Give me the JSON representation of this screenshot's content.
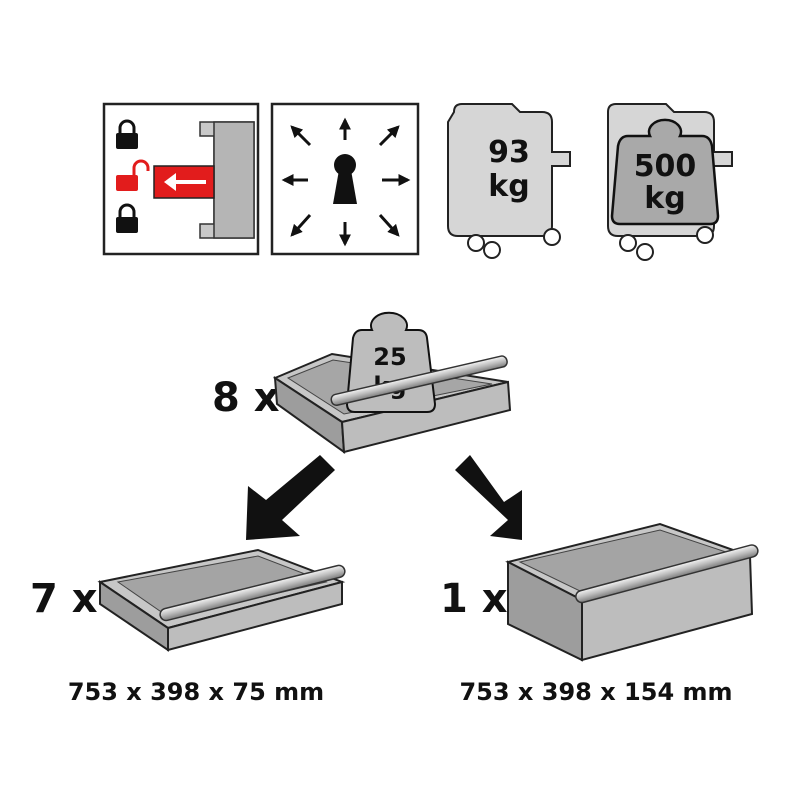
{
  "icons": {
    "lock_panel": {
      "locked_icon": "lock-closed-icon",
      "unlocked_icon": "lock-open-icon",
      "arrow_icon": "arrow-left-icon",
      "accent": "#e21c1c"
    },
    "keyhole_panel": {
      "center_icon": "keyhole-icon",
      "arrow_icon": "arrow-icon"
    },
    "cabinet_weight": {
      "value": "93",
      "unit": "kg"
    },
    "cabinet_capacity": {
      "value": "500",
      "unit": "kg"
    }
  },
  "drawer_load": {
    "count": "8 x",
    "weight_value": "25",
    "weight_unit": "kg"
  },
  "drawers": [
    {
      "count": "7 x",
      "dimensions": "753 x 398 x 75 mm"
    },
    {
      "count": "1 x",
      "dimensions": "753 x 398 x 154 mm"
    }
  ],
  "colors": {
    "panel_gray": "#d6d6d6",
    "drawer_gray": "#b9b9b9",
    "outline": "#222222",
    "arrow": "#111111"
  }
}
